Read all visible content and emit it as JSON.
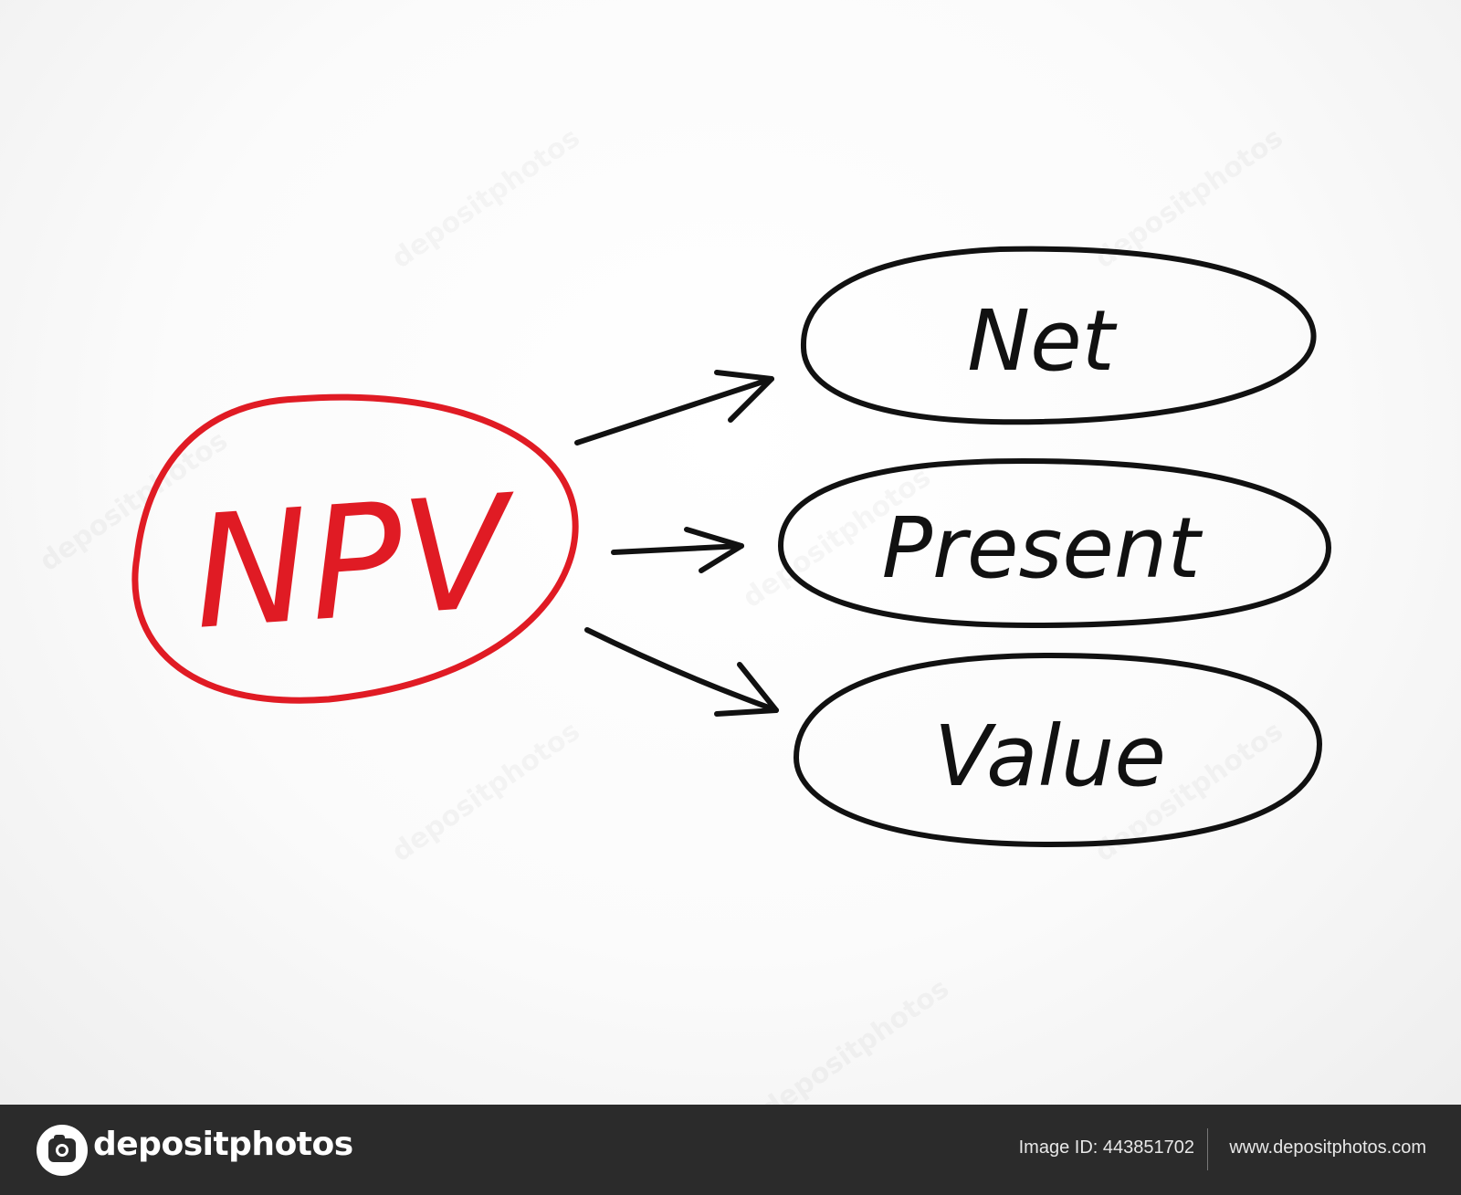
{
  "diagram": {
    "center": {
      "label": "NPV",
      "color": "#e01b24"
    },
    "terms": [
      {
        "label": "Net"
      },
      {
        "label": "Present"
      },
      {
        "label": "Value"
      }
    ],
    "ink_color": "#111111"
  },
  "watermark": {
    "text": "depositphotos"
  },
  "footer": {
    "brand": "depositphotos",
    "image_id": "Image ID: 443851702",
    "site": "www.depositphotos.com",
    "background": "#2b2b2b"
  }
}
